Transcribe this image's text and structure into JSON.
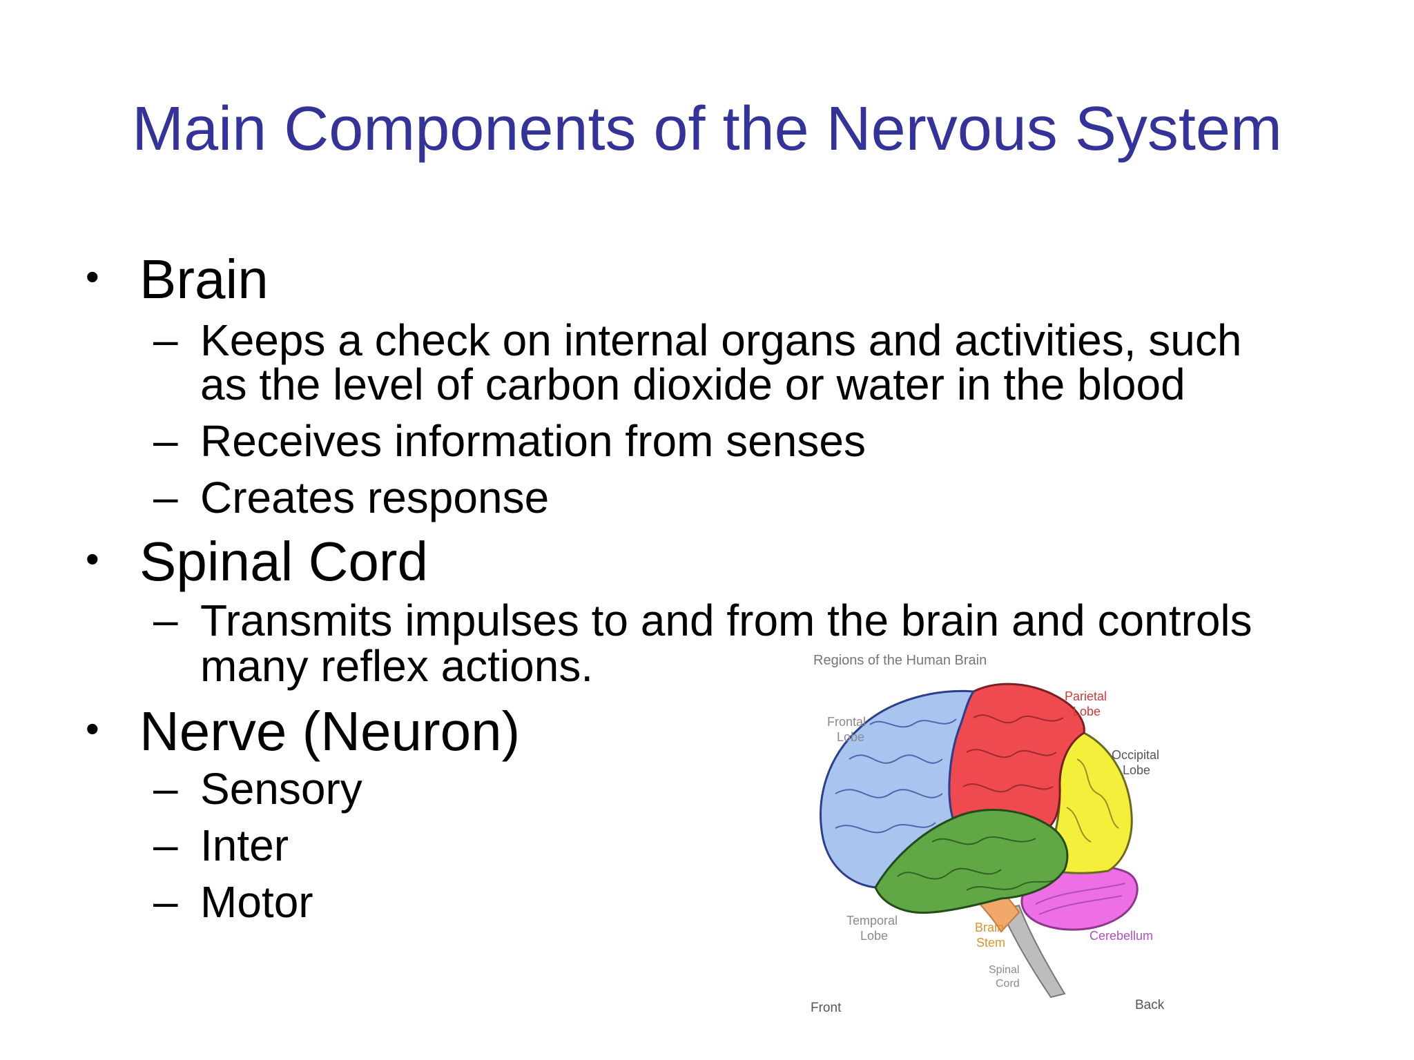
{
  "slide": {
    "title": "Main Components of the Nervous System",
    "bullets": [
      {
        "text": "Brain",
        "sub": [
          {
            "line1": "Keeps a check on internal organs and activities, such",
            "line2": "as the level of carbon dioxide or water in the blood"
          },
          {
            "line1": "Receives information from senses"
          },
          {
            "line1": "Creates response"
          }
        ]
      },
      {
        "text": "Spinal Cord",
        "sub": [
          {
            "line1": "Transmits impulses to and from the brain and controls",
            "line2": "many reflex actions."
          }
        ]
      },
      {
        "text": "Nerve (Neuron)",
        "sub": [
          {
            "line1": "Sensory"
          },
          {
            "line1": "Inter"
          },
          {
            "line1": "Motor"
          }
        ]
      }
    ],
    "bullet_marker": "•",
    "dash_marker": "–"
  },
  "diagram": {
    "title": "Regions of the Human Brain",
    "labels": {
      "frontal": [
        "Frontal",
        "Lobe"
      ],
      "parietal": [
        "Parietal",
        "Lobe"
      ],
      "occipital": [
        "Occipital",
        "Lobe"
      ],
      "temporal": [
        "Temporal",
        "Lobe"
      ],
      "brain_stem": [
        "Brain",
        "Stem"
      ],
      "cerebellum": "Cerebellum",
      "spinal_cord": [
        "Spinal",
        "Cord"
      ],
      "front": "Front",
      "back": "Back"
    },
    "colors": {
      "frontal": "#a9c4ef",
      "parietal": "#ef4a4f",
      "occipital": "#f3ef3a",
      "temporal": "#5fa845",
      "cerebellum": "#ee6ee6",
      "brain_stem": "#f2a86a",
      "spinal_cord": "#bdbdbd",
      "outline": "#2a3f8f",
      "label_gray": "#8a8a8a",
      "label_red": "#d23a3a",
      "label_orange": "#e0902f",
      "label_purple": "#b04fc2",
      "label_dark": "#555555",
      "title_color": "#333399"
    }
  }
}
